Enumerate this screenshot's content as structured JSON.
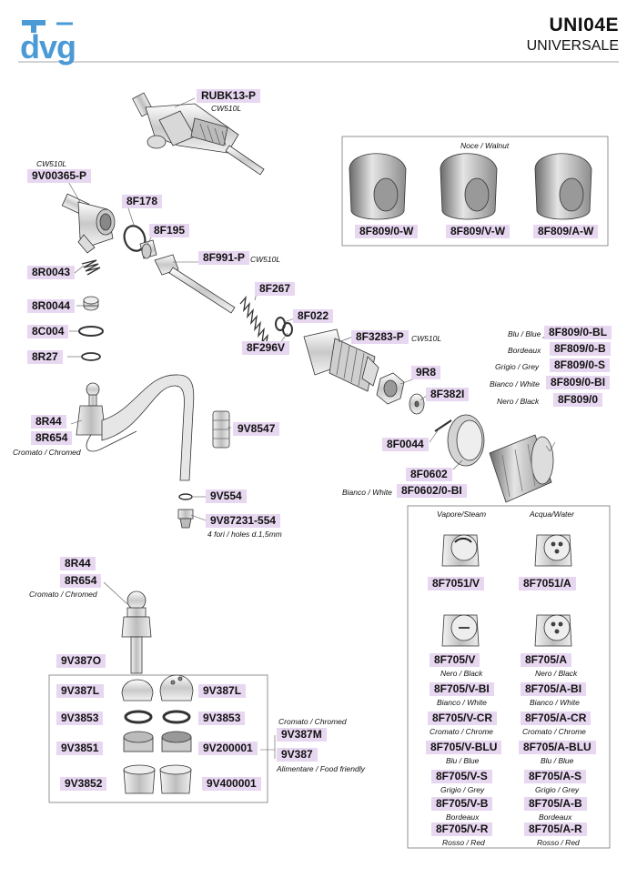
{
  "header": {
    "brand": "dvg",
    "code": "UNI04E",
    "name": "UNIVERSALE",
    "brand_color": "#4a9ad6",
    "label_color": "#e7d7f0"
  },
  "labels": {
    "RUBK13P": "RUBK13-P",
    "9V00365P": "9V00365-P",
    "8F178": "8F178",
    "8F195": "8F195",
    "8F991P": "8F991-P",
    "8R0043": "8R0043",
    "8F267": "8F267",
    "8R0044": "8R0044",
    "8F022": "8F022",
    "8C004": "8C004",
    "8F296V": "8F296V",
    "8F3283P": "8F3283-P",
    "8R27": "8R27",
    "9R8": "9R8",
    "8F382I": "8F382I",
    "8R44a": "8R44",
    "8R654a": "8R654",
    "9V8547": "9V8547",
    "8F0044": "8F0044",
    "8F0602": "8F0602",
    "8F0602BI": "8F0602/0-BI",
    "9V554": "9V554",
    "9V87231": "9V87231-554",
    "8R44b": "8R44",
    "8R654b": "8R654",
    "9V387O": "9V387O",
    "9V387La": "9V387L",
    "9V387Lb": "9V387L",
    "9V3853a": "9V3853",
    "9V3853b": "9V3853",
    "9V3851": "9V3851",
    "9V200001": "9V200001",
    "9V3852": "9V3852",
    "9V400001": "9V400001",
    "9V387M": "9V387M",
    "9V387": "9V387",
    "8F809_0W": "8F809/0-W",
    "8F809_VW": "8F809/V-W",
    "8F809_AW": "8F809/A-W",
    "8F809_0BL": "8F809/0-BL",
    "8F809_0B": "8F809/0-B",
    "8F809_0S": "8F809/0-S",
    "8F809_0BI": "8F809/0-BI",
    "8F809_0": "8F809/0",
    "8F7051V": "8F7051/V",
    "8F7051A": "8F7051/A",
    "8F705V": "8F705/V",
    "8F705A": "8F705/A",
    "8F705VBI": "8F705/V-BI",
    "8F705ABI": "8F705/A-BI",
    "8F705VCR": "8F705/V-CR",
    "8F705ACR": "8F705/A-CR",
    "8F705VBLU": "8F705/V-BLU",
    "8F705ABLU": "8F705/A-BLU",
    "8F705VS": "8F705/V-S",
    "8F705AS": "8F705/A-S",
    "8F705VB": "8F705/V-B",
    "8F705AB": "8F705/A-B",
    "8F705VR": "8F705/V-R",
    "8F705AR": "8F705/A-R"
  },
  "notes": {
    "cw1": "CW510L",
    "cw2": "CW510L",
    "cw3": "CW510L",
    "cw4": "CW510L",
    "chromed1": "Cromato / Chromed",
    "chromed2": "Cromato / Chromed",
    "chromed3": "Cromato / Chromed",
    "holes": "4 fori / holes d.1,5mm",
    "food": "Alimentare / Food friendly",
    "walnut": "Noce / Walnut",
    "blue": "Blu / Blue",
    "bordeaux": "Bordeaux",
    "grey": "Grigio / Grey",
    "white": "Bianco / White",
    "black": "Nero / Black",
    "white2": "Bianco / White",
    "steam": "Vapore/Steam",
    "water": "Acqua/Water",
    "vblack": "Nero / Black",
    "ablack": "Nero / Black",
    "vwhite": "Bianco / White",
    "awhite": "Bianco / White",
    "vchrome": "Cromato / Chrome",
    "achrome": "Cromato / Chrome",
    "vblue": "Blu / Blue",
    "ablue": "Blu / Blue",
    "vgrey": "Grigio / Grey",
    "agrey": "Grigio / Grey",
    "vbord": "Bordeaux",
    "abord": "Bordeaux",
    "vred": "Rosso / Red",
    "ared": "Rosso / Red"
  }
}
